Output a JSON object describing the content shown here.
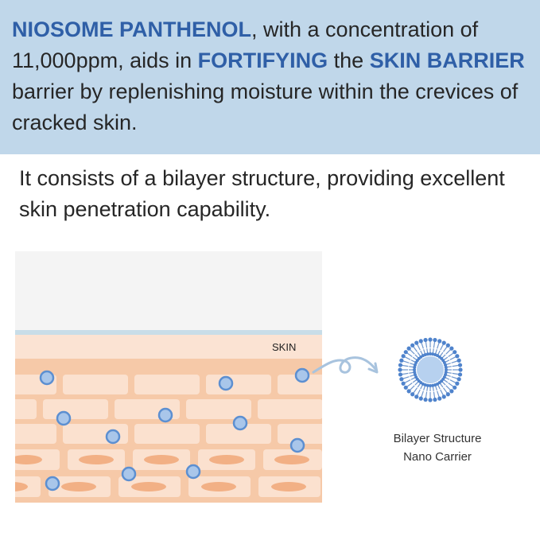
{
  "banner": {
    "hl1": "NIOSOME PANTHENOL",
    "t1": ", with a concentration of 11,000ppm, aids in ",
    "hl2": "FORTIFYING",
    "t2": " the ",
    "hl3": "SKIN BARRIER",
    "t3": " barrier by replenishing moisture within the crevices of cracked skin."
  },
  "intro": "It consists of a bilayer structure, providing excellent skin penetration capability.",
  "diagram": {
    "skin_label": "SKIN",
    "caption_line1": "Bilayer Structure",
    "caption_line2": "Nano Carrier"
  },
  "colors": {
    "banner_bg": "#c0d7ea",
    "highlight": "#2f5fa7",
    "skin": "#f8d8c0",
    "particle": "#7fa7dc"
  }
}
